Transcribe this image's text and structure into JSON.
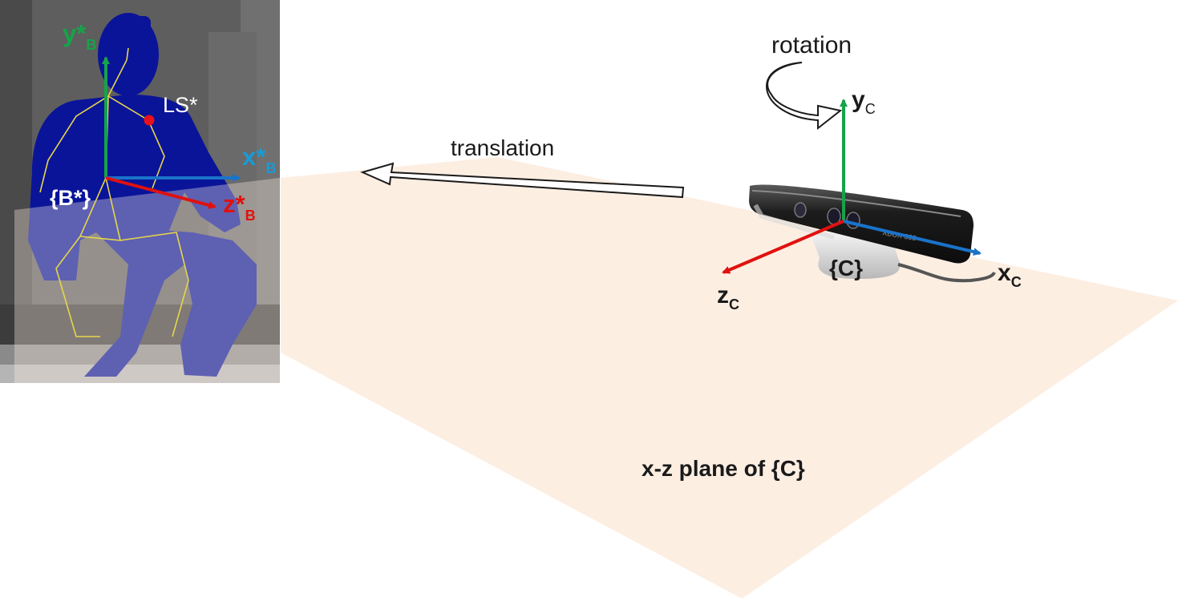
{
  "colors": {
    "plane": "#fdeee2",
    "x_axis": "#1a73c9",
    "y_axis": "#16a34a",
    "z_axis": "#e0110f",
    "body_blue": "#0a1499",
    "skeleton": "#e6d64a",
    "joint_red": "#e8101a"
  },
  "icons": {
    "sensor": "kinect-sensor-icon",
    "rotation": "curved-arrow-icon",
    "translation": "hollow-arrow-icon"
  },
  "labels": {
    "rotation": "rotation",
    "translation": "translation",
    "plane": "x-z plane of {C}",
    "frame_b": "{B*}",
    "frame_c": "{C}",
    "joint": "LS*",
    "sensor_text": "XBOX 360"
  },
  "axes_b": {
    "y": {
      "main": "y*",
      "sub": "B"
    },
    "x": {
      "main": "x*",
      "sub": "B"
    },
    "z": {
      "main": "z*",
      "sub": "B"
    }
  },
  "axes_c": {
    "y": {
      "main": "y",
      "sub": "C"
    },
    "x": {
      "main": "x",
      "sub": "C"
    },
    "z": {
      "main": "z",
      "sub": "C"
    }
  }
}
